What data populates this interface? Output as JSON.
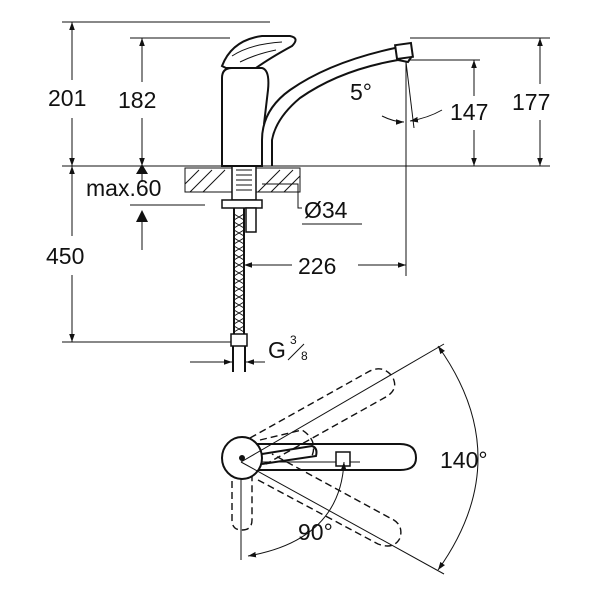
{
  "diagram": {
    "labels": {
      "total_height": "201",
      "spout_top_height": "182",
      "spout_outlet_height": "147",
      "lever_top_height": "177",
      "spout_angle": "5°",
      "max_thickness": "max.60",
      "hole_diameter": "Ø34",
      "hose_length": "450",
      "spout_reach": "226",
      "thread_main": "G",
      "thread_num": "3",
      "thread_den": "8",
      "swivel_angle": "140°",
      "lever_angle": "90°"
    }
  }
}
